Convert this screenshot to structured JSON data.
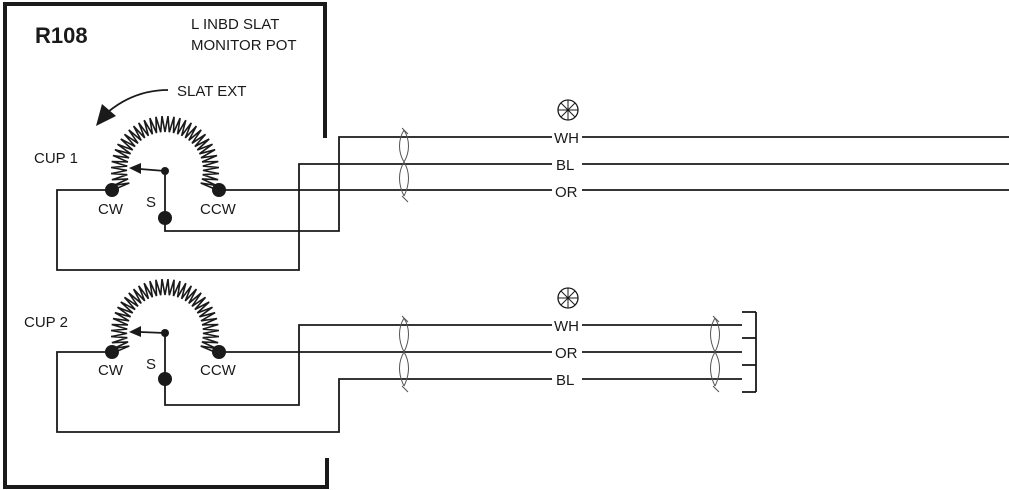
{
  "component": {
    "ref": "R108",
    "title_line1": "L INBD SLAT",
    "title_line2": "MONITOR POT",
    "direction_label": "SLAT EXT"
  },
  "cups": [
    {
      "label": "CUP 1",
      "terminals": {
        "cw": "CW",
        "wiper": "S",
        "ccw": "CCW"
      },
      "wires": [
        "WH",
        "BL",
        "OR"
      ]
    },
    {
      "label": "CUP 2",
      "terminals": {
        "cw": "CW",
        "wiper": "S",
        "ccw": "CCW"
      },
      "wires": [
        "WH",
        "OR",
        "BL"
      ]
    }
  ],
  "symbols": {
    "shield_icon": "shield-symbol-icon",
    "twisted_pair_icon": "twisted-wire-icon",
    "ground_icon": "ground-bus-icon"
  },
  "colors": {
    "line": "#1a1a1a",
    "background": "#ffffff"
  }
}
